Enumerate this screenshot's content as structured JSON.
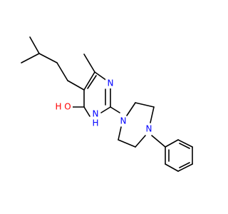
{
  "molecule": {
    "atoms": {
      "n3": {
        "symbol": "N",
        "color": "#0000ff"
      },
      "n1": {
        "symbol": "N",
        "color": "#0000ff"
      },
      "n1_h": {
        "symbol": "H",
        "color": "#0000ff"
      },
      "o": {
        "symbol": "O",
        "color": "#ff0000"
      },
      "o_h": {
        "symbol": "H",
        "color": "#ff0000"
      },
      "n_pip_a": {
        "symbol": "N",
        "color": "#0000ff"
      },
      "n_pip_b": {
        "symbol": "N",
        "color": "#0000ff"
      }
    },
    "bond_color": "#000000",
    "background": "#ffffff"
  }
}
